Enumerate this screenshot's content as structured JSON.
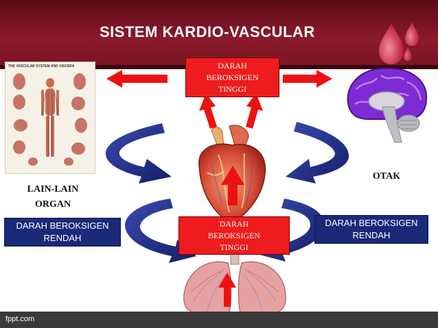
{
  "title": "SISTEM KARDIO-VASCULAR",
  "top_box": {
    "line1": "DARAH",
    "line2": "BEROKSIGEN",
    "line3": "TINGGI"
  },
  "mid_box": {
    "line1": "DARAH",
    "line2": "BEROKSIGEN",
    "line3": "TINGGI"
  },
  "left_box": {
    "line1": "DARAH BEROKSIGEN",
    "line2": "RENDAH"
  },
  "right_box": {
    "line1": "DARAH BEROKSIGEN",
    "line2": "RENDAH"
  },
  "left_label": {
    "line1": "LAIN-LAIN",
    "line2": "ORGAN"
  },
  "right_label": "OTAK",
  "poster_title": "THE VASCULAR SYSTEM AND VISCERA",
  "footer": "fppt.com",
  "colors": {
    "header": "#7a1526",
    "red_box": "#ee1c1c",
    "blue_box": "#1a2a78",
    "arrow_red": "#ee1111",
    "arrow_blue": "#1c2a86",
    "brain": "#8a2be2"
  },
  "icons": [
    "blood-drop-icon",
    "heart-image",
    "lungs-image",
    "brain-image",
    "vascular-poster-image"
  ]
}
